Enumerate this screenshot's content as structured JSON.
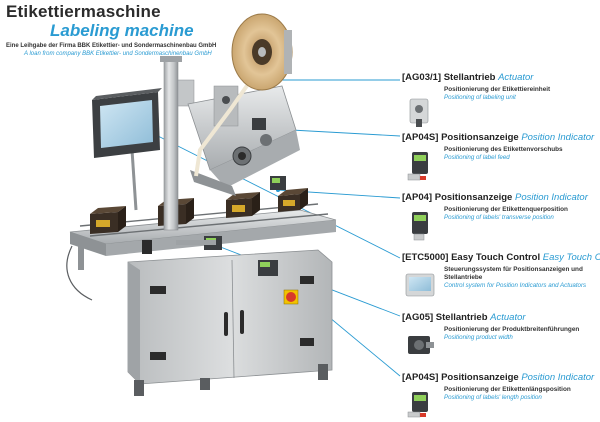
{
  "header": {
    "title_de": "Etikettiermaschine",
    "title_en": "Labeling machine",
    "subtitle_de": "Eine Leihgabe der Firma BBK Etikettier- und Sondermaschinenbau GmbH",
    "subtitle_en": "A loan from company BBK Etikettier- und Sondermaschinenbau GmbH"
  },
  "components": [
    {
      "code": "[AG03/1] Stellantrieb",
      "type_en": "Actuator",
      "desc_de": "Positionierung der Etikettiereinheit",
      "desc_en": "Positioning of labeling unit",
      "icon": "actuator-icon"
    },
    {
      "code": "[AP04S] Positionsanzeige",
      "type_en": "Position Indicator",
      "desc_de": "Positionierung des Etikettenvorschubs",
      "desc_en": "Positioning of label feed",
      "icon": "position-indicator-icon"
    },
    {
      "code": "[AP04] Positionsanzeige",
      "type_en": "Position Indicator",
      "desc_de": "Positionierung der Etikettenquerposition",
      "desc_en": "Positioning of labels' transverse position",
      "icon": "position-indicator-icon"
    },
    {
      "code": "[ETC5000] Easy Touch Control",
      "type_en": "Easy Touch Control",
      "desc_de": "Steuerungssystem für Positionsanzeigen und Stellantriebe",
      "desc_en": "Control system for Position Indicators and Actuators",
      "icon": "control-system-icon"
    },
    {
      "code": "[AG05] Stellantrieb",
      "type_en": "Actuator",
      "desc_de": "Positionierung der Produktbreitenführungen",
      "desc_en": "Positioning product width",
      "icon": "actuator-icon"
    },
    {
      "code": "[AP04S] Positionsanzeige",
      "type_en": "Position Indicator",
      "desc_de": "Positionierung der Etikettenlängsposition",
      "desc_en": "Positioning of labels' length position",
      "icon": "position-indicator-icon"
    }
  ],
  "colors": {
    "accent": "#2a9bd2",
    "text": "#222222",
    "machine_steel": "#c9cbcc",
    "label_roll": "#d9b98a",
    "emergency_stop": "#d83a2a",
    "warning_yellow": "#f2c200",
    "product_box": "#3a2e24"
  }
}
